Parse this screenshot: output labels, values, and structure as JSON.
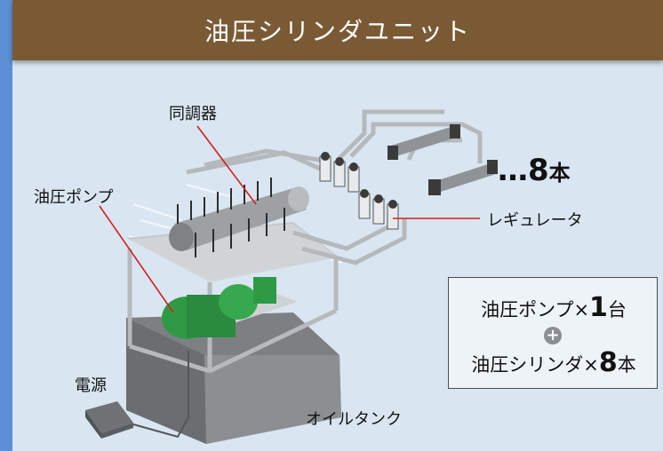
{
  "title": "油圧シリンダユニット",
  "labels": {
    "synchronizer": "同調器",
    "hydraulic_pump": "油圧ポンプ",
    "regulator": "レギュレータ",
    "power_source": "電源",
    "oil_tank": "オイルタンク"
  },
  "cylinder_count": {
    "dots": "…",
    "number": "8",
    "unit": "本"
  },
  "summary": {
    "line1_text": "油圧ポンプ×",
    "line1_num": "1",
    "line1_unit": "台",
    "plus": "+",
    "line2_text": "油圧シリンダ×",
    "line2_num": "8",
    "line2_unit": "本"
  },
  "colors": {
    "header_bg": "#7a5a34",
    "panel_bg": "#d9e6f2",
    "tank": "#8c8f92",
    "pump_motor": "#2f9a45",
    "leader_line": "#d22020"
  }
}
